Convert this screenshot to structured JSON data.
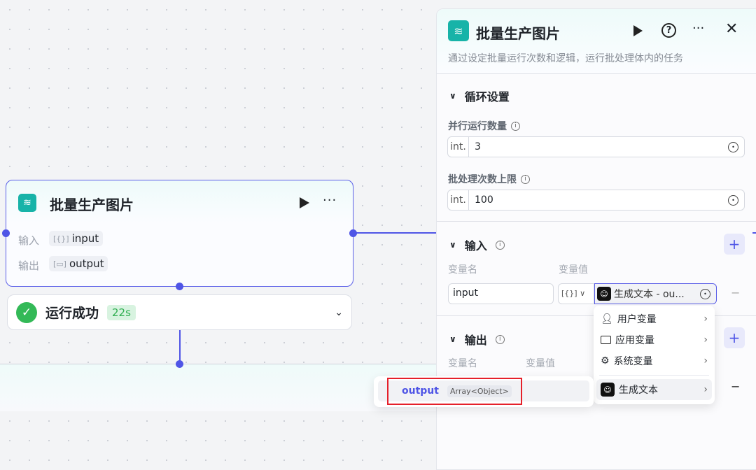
{
  "node": {
    "title": "批量生产图片",
    "input_label": "输入",
    "input_var": "input",
    "output_label": "输出",
    "output_var": "output"
  },
  "status": {
    "text": "运行成功",
    "duration": "22s"
  },
  "panel": {
    "title": "批量生产图片",
    "description": "通过设定批量运行次数和逻辑，运行批处理体内的任务",
    "loop_section": "循环设置",
    "parallel_label": "并行运行数量",
    "parallel_type": "int.",
    "parallel_value": "3",
    "limit_label": "批处理次数上限",
    "limit_type": "int.",
    "limit_value": "100",
    "input_section": "输入",
    "col_name": "变量名",
    "col_value": "变量值",
    "input_row": {
      "name": "input",
      "type_glyph": "[{}]",
      "value": "生成文本 - ou..."
    },
    "output_section": "输出",
    "add": "+",
    "remove": "−"
  },
  "menu": {
    "items": [
      {
        "label": "用户变量"
      },
      {
        "label": "应用变量"
      },
      {
        "label": "系统变量"
      },
      {
        "label": "生成文本"
      }
    ]
  },
  "popup": {
    "var": "output",
    "type": "Array<Object>"
  },
  "colors": {
    "accent": "#4f55e6",
    "teal": "#17b3a8",
    "success": "#33b957",
    "highlight": "#e5202a"
  }
}
